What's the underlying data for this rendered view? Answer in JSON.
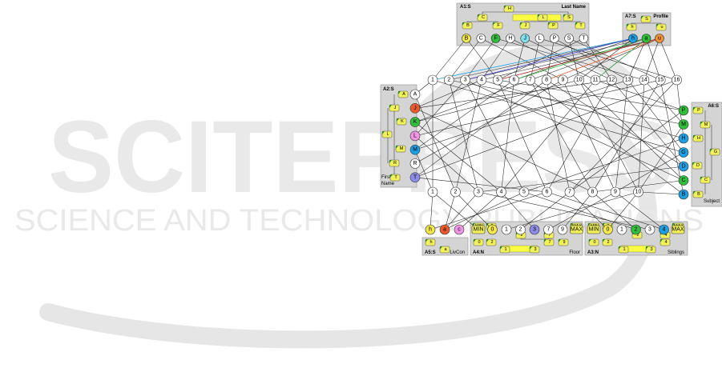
{
  "watermark": {
    "main": "SCITEPRESS",
    "sub": "SCIENCE AND TECHNOLOGY PUBLICATIONS"
  },
  "colors": {
    "panel": "#d4d4d4",
    "tag": "#f1f15a",
    "edge": "#222222",
    "white": "#ffffff",
    "yellow": "#f2e84b",
    "green": "#2fbf3a",
    "red": "#ec5a2c",
    "pink": "#f094e6",
    "cyan": "#7fe3ef",
    "blue": "#1d9fe5",
    "violet": "#8c8ce8",
    "orange": "#f0903a"
  },
  "panels": {
    "a1": {
      "id": "A1:S",
      "title": "Last Name"
    },
    "a7": {
      "id": "A7:S",
      "title": "Profile"
    },
    "a2": {
      "id": "A2:S",
      "title": "First Name"
    },
    "a6": {
      "id": "A6:S",
      "title": "Subject"
    },
    "a5": {
      "id": "A5:S",
      "title": "LivCon"
    },
    "a4": {
      "id": "A4:N",
      "title": "Floor"
    },
    "a3": {
      "id": "A3:N",
      "title": "Siblings"
    }
  },
  "tree_tags": {
    "a1": [
      "H",
      "C",
      "L",
      "S",
      "B",
      "F",
      "J",
      "P",
      "T"
    ],
    "a7": [
      "S",
      "h",
      "u"
    ],
    "a2": [
      "A",
      "J",
      "K",
      "L",
      "M",
      "R",
      "T"
    ],
    "a6": [
      "P",
      "M",
      "H",
      "G",
      "D",
      "C",
      "B"
    ],
    "a5": [
      "h",
      "a",
      "c"
    ],
    "a4": [
      "MIN",
      "0",
      "2",
      "7",
      "MAX",
      "0",
      "2",
      "7",
      "9"
    ],
    "a3": [
      "MIN",
      "0",
      "2",
      "4",
      "MAX",
      "0",
      "2",
      "4"
    ]
  },
  "nodes": {
    "a1": [
      {
        "label": "B",
        "color": "yellow"
      },
      {
        "label": "C",
        "color": "white"
      },
      {
        "label": "F",
        "color": "green"
      },
      {
        "label": "H",
        "color": "white"
      },
      {
        "label": "J",
        "color": "cyan"
      },
      {
        "label": "L",
        "color": "white"
      },
      {
        "label": "P",
        "color": "white"
      },
      {
        "label": "S",
        "color": "white"
      },
      {
        "label": "T",
        "color": "white"
      }
    ],
    "a7": [
      {
        "label": "h",
        "color": "blue"
      },
      {
        "label": "a",
        "color": "green"
      },
      {
        "label": "u",
        "color": "orange"
      }
    ],
    "tuples_top": [
      "1",
      "2",
      "3",
      "4",
      "5",
      "6",
      "7",
      "8",
      "9",
      "10",
      "11",
      "12",
      "13",
      "14",
      "15",
      "16"
    ],
    "a2": [
      {
        "label": "A",
        "color": "white"
      },
      {
        "label": "J",
        "color": "red"
      },
      {
        "label": "K",
        "color": "green"
      },
      {
        "label": "L",
        "color": "pink"
      },
      {
        "label": "M",
        "color": "blue"
      },
      {
        "label": "R",
        "color": "white"
      },
      {
        "label": "T",
        "color": "violet"
      }
    ],
    "a6": [
      {
        "label": "P",
        "color": "green"
      },
      {
        "label": "M",
        "color": "green"
      },
      {
        "label": "H",
        "color": "blue"
      },
      {
        "label": "G",
        "color": "blue"
      },
      {
        "label": "D",
        "color": "blue"
      },
      {
        "label": "C",
        "color": "green"
      },
      {
        "label": "B",
        "color": "blue"
      }
    ],
    "tuples_bottom": [
      "1",
      "2",
      "3",
      "4",
      "5",
      "6",
      "7",
      "8",
      "9",
      "10"
    ],
    "a5": [
      {
        "label": "h",
        "color": "yellow"
      },
      {
        "label": "a",
        "color": "red"
      },
      {
        "label": "c",
        "color": "pink"
      }
    ],
    "a4": [
      {
        "label": "MIN",
        "color": "tag"
      },
      {
        "label": "0",
        "color": "yellow"
      },
      {
        "label": "1",
        "color": "white"
      },
      {
        "label": "2",
        "color": "white"
      },
      {
        "label": "3",
        "color": "violet"
      },
      {
        "label": "7",
        "color": "white"
      },
      {
        "label": "9",
        "color": "white"
      },
      {
        "label": "MAX",
        "color": "tag"
      }
    ],
    "a3": [
      {
        "label": "MIN",
        "color": "tag"
      },
      {
        "label": "0",
        "color": "yellow"
      },
      {
        "label": "1",
        "color": "white"
      },
      {
        "label": "2",
        "color": "green"
      },
      {
        "label": "3",
        "color": "white"
      },
      {
        "label": "4",
        "color": "blue"
      },
      {
        "label": "MAX",
        "color": "tag"
      }
    ]
  }
}
